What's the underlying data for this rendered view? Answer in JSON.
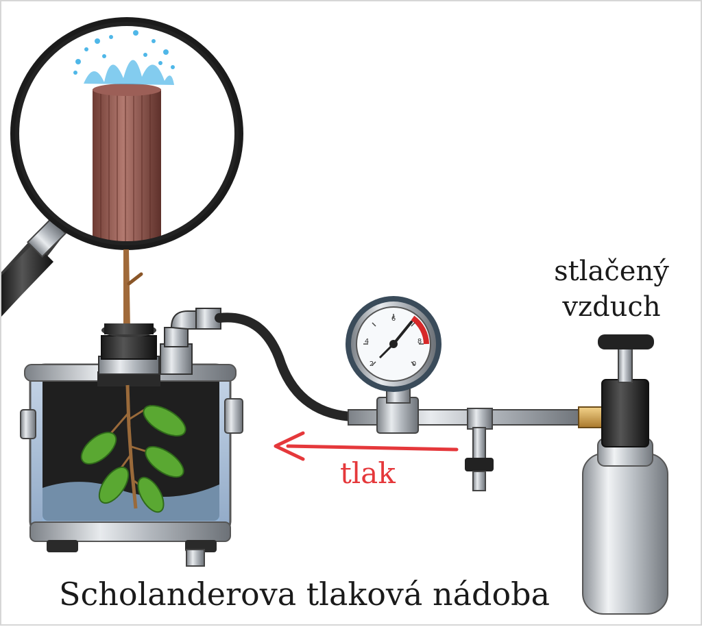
{
  "labels": {
    "compressed_air_line1": "stlačený",
    "compressed_air_line2": "vzduch",
    "pressure": "tlak",
    "title": "Scholanderova tlaková nádoba"
  },
  "gauge": {
    "ticks": [
      "2",
      "4",
      "6",
      "8",
      "0"
    ]
  },
  "colors": {
    "pressure_arrow": "#e5383b",
    "leaf": "#5aa832",
    "stem": "#a06a3a",
    "steel": "#b9bec4",
    "hose": "#262626",
    "water": "#4fb7e8"
  }
}
